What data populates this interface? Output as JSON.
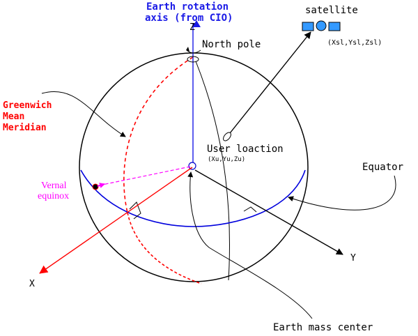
{
  "labels": {
    "axis_title_line1": "Earth rotation",
    "axis_title_line2": "axis (from CIO)",
    "z_axis": "Z",
    "x_axis": "X",
    "y_axis": "Y",
    "north_pole": "North pole",
    "satellite": "satellite",
    "satellite_coords": "(Xsl,Ysl,Zsl)",
    "meridian_line1": "Greenwich",
    "meridian_line2": "Mean",
    "meridian_line3": "Meridian",
    "user_location": "User loaction",
    "user_coords": "(Xu,Yu,Zu)",
    "equator": "Equator",
    "vernal_line1": "Vernal",
    "vernal_line2": "equinox",
    "mass_center": "Earth mass center"
  },
  "colors": {
    "axis_title": "#1a1ae6",
    "z_axis": "#1a1ae6",
    "meridian": "#ff0000",
    "equator": "#0000dd",
    "x_axis": "#ff0000",
    "vernal": "#ff00ff",
    "satellite_fill": "#3399ff",
    "line": "#000000"
  }
}
